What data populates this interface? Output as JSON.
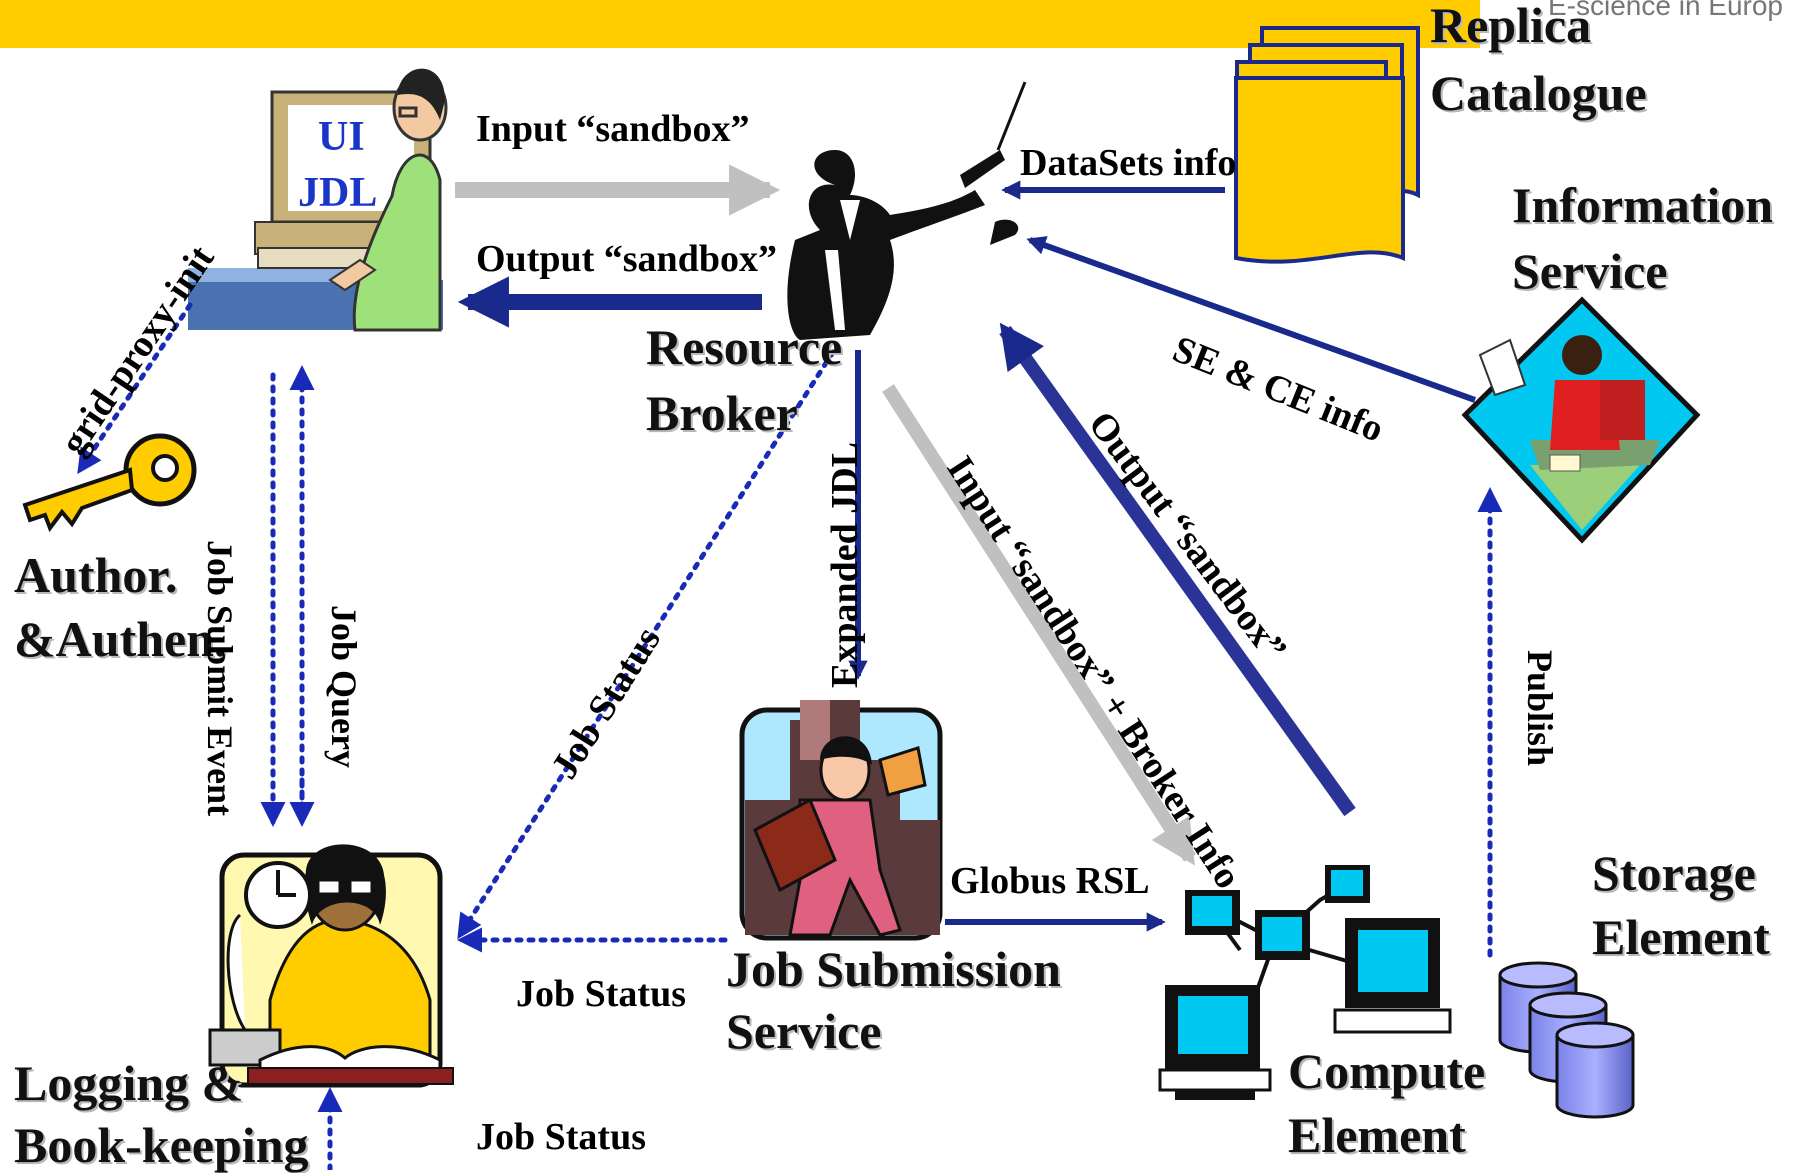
{
  "header": {
    "brand_text": "E-science in Europ",
    "bar_color": "#ffcc00"
  },
  "nodes": {
    "ui": {
      "line1": "UI",
      "line2": "JDL"
    },
    "replica": {
      "line1": "Replica",
      "line2": "Catalogue"
    },
    "information": {
      "line1": "Information",
      "line2": "Service"
    },
    "broker": {
      "line1": "Resource",
      "line2": "Broker"
    },
    "auth": {
      "line1": "Author.",
      "line2": "&Authen."
    },
    "logging": {
      "line1": "Logging &",
      "line2": "Book-keeping"
    },
    "jss": {
      "line1": "Job Submission",
      "line2": "Service"
    },
    "storage": {
      "line1": "Storage",
      "line2": "Element"
    },
    "compute": {
      "line1": "Compute",
      "line2": "Element"
    }
  },
  "edges": {
    "input_sandbox": "Input “sandbox”",
    "output_sandbox": "Output “sandbox”",
    "datasets_info": "DataSets info",
    "se_ce_info": "SE & CE info",
    "grid_proxy": "grid-proxy-init",
    "job_submit_event": "Job Submit Event",
    "job_query": "Job Query",
    "job_status_diag": "Job Status",
    "expanded_jdl": "Expanded JDL",
    "input_broker": "Input “sandbox” + Broker Info",
    "output_sandbox_diag": "Output “sandbox”",
    "publish": "Publish",
    "globus_rsl": "Globus RSL",
    "job_status_jss": "Job Status",
    "job_status_bottom": "Job Status"
  },
  "colors": {
    "arrow_blue": "#1a2a8c",
    "arrow_gray": "#c0c0c0",
    "dotted_blue": "#1a2ab8",
    "label_blue": "#1a36c8"
  }
}
